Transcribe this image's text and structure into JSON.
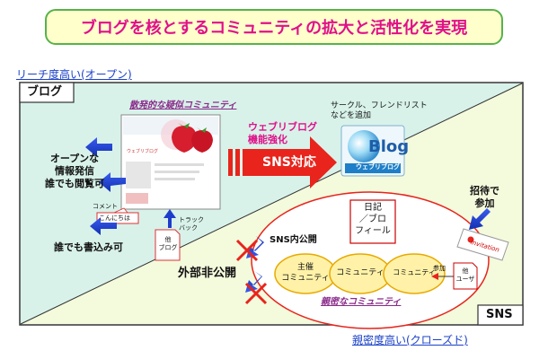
{
  "title": "ブログを核とするコミュニティの拡大と活性化を実現",
  "axis": {
    "reach": "リーチ度高い(オープン)",
    "intimacy": "親密度高い(クローズド)"
  },
  "blog_area": {
    "label": "ブログ",
    "community_caption": "散発的な疑似コミュニティ",
    "blog_screenshot_title": "ウェブリブログ",
    "open_info": [
      "オープンな",
      "情報発信",
      "誰でも閲覧可"
    ],
    "comment_label": "コメント",
    "comment_bubble": "こんにちは",
    "trackback_label": [
      "トラック",
      "バック"
    ],
    "other_blog": [
      "他",
      "ブログ"
    ],
    "anyone_can_write": "誰でも書込み可"
  },
  "transition": {
    "webriblog_enhance": [
      "ウェブリブログ",
      "機能強化"
    ],
    "sns_support": "SNS対応",
    "circle_friend": [
      "サークル、フレンドリスト",
      "などを追加"
    ],
    "blog_logo_text": "Blog",
    "blog_logo_sub": "ウェブリブログ"
  },
  "sns_area": {
    "label": "SNS",
    "invitation_join": [
      "招待で",
      "参加"
    ],
    "invitation_card": "invitation",
    "diary": [
      "日記",
      "／ブロ",
      "フィール"
    ],
    "sns_internal": "SNS内公開",
    "host_community": [
      "主催",
      "コミュニティ"
    ],
    "community_2": "コミュニティ",
    "community_3": "コミュニティ",
    "join_label": "参加",
    "other_user": [
      "他",
      "ユーザ"
    ],
    "close_community": "親密なコミュニティ",
    "not_public": "外部非公開"
  },
  "colors": {
    "title_text": "#e0108a",
    "title_border": "#56b24a",
    "title_bg": "#ffffcc",
    "axis_text": "#1a40c8",
    "arrow_red": "#e8241c",
    "arrow_blue": "#1e3ccc",
    "blog_bg": "#d8f2ea",
    "sns_bg": "#f4fadc",
    "ellipse_red": "#e8241c",
    "community_fill": "#fff2a8",
    "caption_purple": "#8a2a8a"
  }
}
